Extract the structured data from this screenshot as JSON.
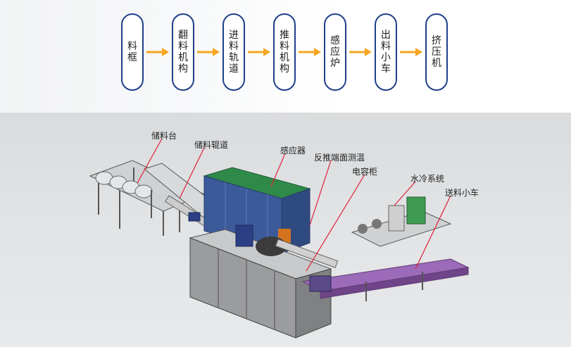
{
  "flow": {
    "steps": [
      {
        "label": "料框"
      },
      {
        "label": "翻料机构"
      },
      {
        "label": "进料轨道"
      },
      {
        "label": "推料机构"
      },
      {
        "label": "感应炉"
      },
      {
        "label": "出料小车"
      },
      {
        "label": "挤压机"
      }
    ],
    "arrow_color": "#f5a623",
    "border_color": "#1f3f8a"
  },
  "callouts": {
    "storage_table": "储料台",
    "storage_roller": "储料辊道",
    "inductor": "感应器",
    "end_temp": "反推端面测温",
    "capacitor_cabinet": "电容柜",
    "water_cooling": "水冷系统",
    "feed_cart": "送料小车"
  },
  "colors": {
    "leader_line": "#e0213a",
    "furnace_top": "#2f8a4a",
    "furnace_body": "#3c5a9a",
    "cabinet": "#8c8c8c",
    "rail": "#8a4fb0"
  }
}
